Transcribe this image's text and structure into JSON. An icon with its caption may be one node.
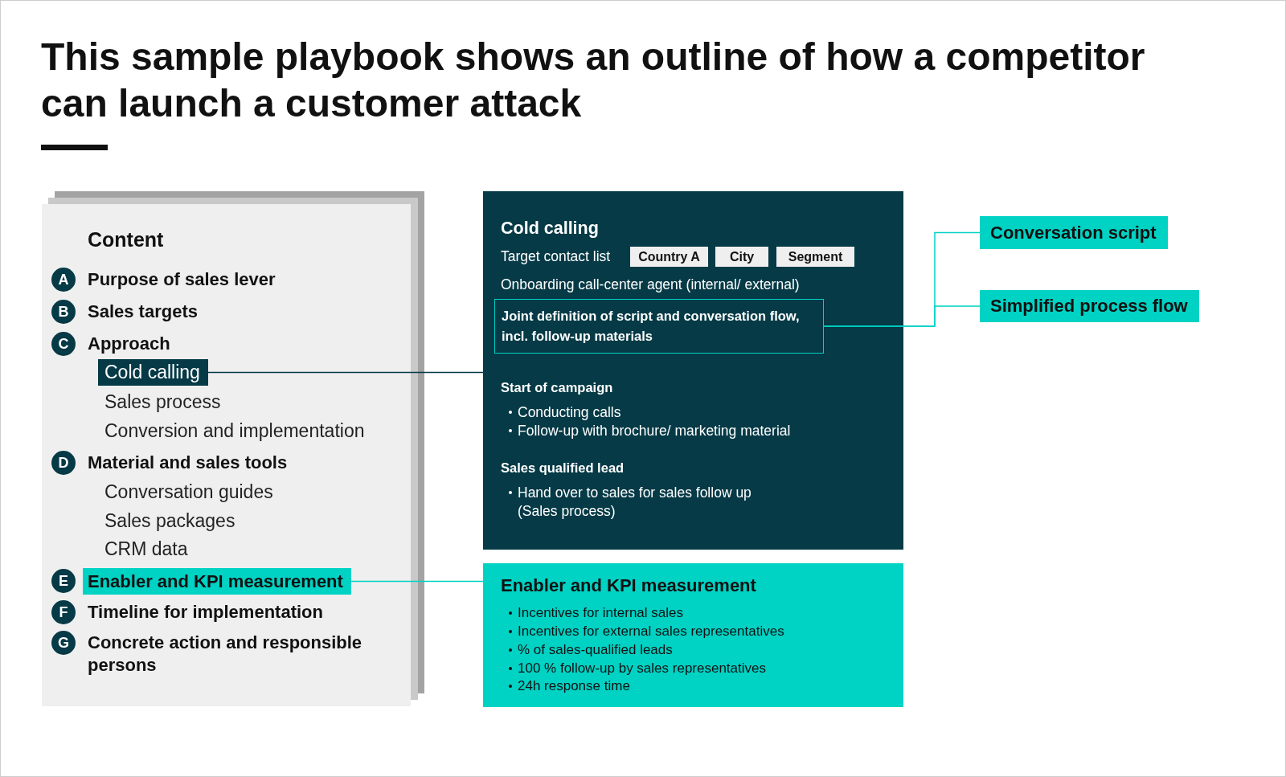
{
  "diagram": {
    "title": "This sample playbook shows an outline of how a competitor can launch a customer attack",
    "nodes": [
      {
        "text": [
          "Content",
          "Purpose of sales lever",
          "Sales targets",
          "Approach",
          "Sales process",
          "Conversion and implementation",
          "Material and sales tools",
          "Conversation guides",
          "Sales packages",
          "CRM data",
          "Timeline for implementation",
          "Concrete action and responsible persons"
        ]
      },
      {
        "text": [
          "A"
        ],
        "in": 0
      },
      {
        "text": [
          "B"
        ],
        "in": 0
      },
      {
        "text": [
          "C"
        ],
        "in": 0
      },
      {
        "text": [
          "Cold calling"
        ],
        "in": 0
      },
      {
        "text": [
          "D"
        ],
        "in": 0
      },
      {
        "text": [
          "E"
        ],
        "in": 0
      },
      {
        "text": [
          "Enabler and KPI measurement"
        ],
        "in": 0
      },
      {
        "text": [
          "F"
        ],
        "in": 0
      },
      {
        "text": [
          "G"
        ],
        "in": 0
      },
      {
        "text": [
          "Cold calling",
          "Target contact list",
          "Onboarding call-center agent (internal/ external)",
          "Start of campaign",
          "Conducting calls",
          "Follow-up with brochure/ marketing material",
          "Sales qualified lead",
          "Hand over to sales for sales follow up (Sales process)"
        ]
      },
      {
        "text": [
          "Country A"
        ],
        "in": 10
      },
      {
        "text": [
          "City"
        ],
        "in": 10
      },
      {
        "text": [
          "Segment"
        ],
        "in": 10
      },
      {
        "text": [
          "Joint definition of script and conversation flow, incl. follow-up materials"
        ],
        "in": 10
      },
      {
        "text": [
          "Enabler and KPI measurement",
          "Incentives for internal sales",
          "Incentives for external sales representatives",
          "% of sales-qualified leads",
          "100 % follow-up by sales representatives",
          "24h response time"
        ]
      },
      {
        "text": [
          "Conversation script"
        ]
      },
      {
        "text": [
          "Simplified process flow"
        ]
      }
    ],
    "edges": [
      {
        "from": 4,
        "to": 10,
        "arrow": "none",
        "color": "#053a46"
      },
      {
        "from": 7,
        "to": 15,
        "arrow": "none"
      },
      {
        "from": 14,
        "to": 16,
        "arrow": "none"
      },
      {
        "from": 14,
        "to": 17,
        "arrow": "none"
      }
    ]
  }
}
